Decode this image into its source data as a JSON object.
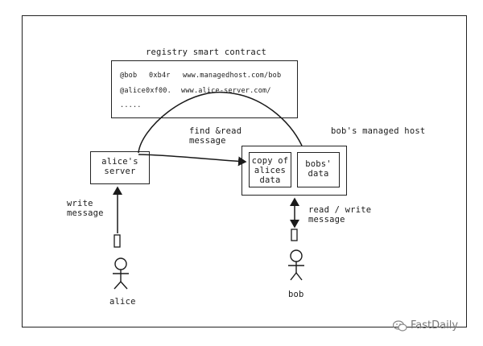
{
  "registry": {
    "title": "registry smart contract",
    "rows": [
      {
        "handle": "@bob",
        "address": "0xb4r",
        "url": "www.managedhost.com/bob"
      },
      {
        "handle": "@alice",
        "address": "0xf00.",
        "url": "www.alice-server.com/"
      }
    ],
    "ellipsis": "....."
  },
  "alice_server": {
    "label": "alice's\nserver"
  },
  "bob_host": {
    "title": "bob's managed host",
    "copy_label": "copy of\nalices\ndata",
    "bobs_label": "bobs'\ndata"
  },
  "edges": {
    "find_read": "find &read\nmessage",
    "write_message": "write\nmessage",
    "read_write_message": "read / write\nmessage"
  },
  "actors": {
    "alice": "alice",
    "bob": "bob"
  },
  "watermark": {
    "text": "FastDaily",
    "icon": "wechat-icon"
  }
}
